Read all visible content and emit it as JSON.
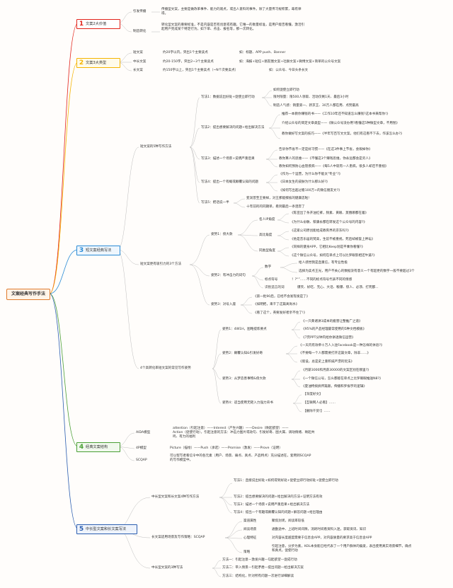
{
  "root": "文案经典写作手法",
  "s1": {
    "num": "1",
    "label": "文案2大价值",
    "items": [
      {
        "k": "引发传播",
        "v": "传播型文案，主要是做改革事件、能力的观点，或出人意料的事件。除了大量传习规积累，毒有律得。"
      },
      {
        "k": "制造转化",
        "v": "转化型文案的重要标准，不是内容是否有创意或有趣，它唯一的衡量标准，是用户能否看懂，激活引起用户完成某个特定行为，如下单、点击、报名等，那一次转化。"
      }
    ]
  },
  "s2": {
    "num": "2",
    "label": "文案3大类型",
    "items": [
      {
        "k": "短文案",
        "v": "约20字以内，突出1个主要卖点",
        "ex": "如：标题、APP push、Banner"
      },
      {
        "k": "中长文案",
        "v": "约20-150字，突出2~3个主要卖点",
        "ex": "如：海报+短信+朋友圈文案+社群文案+微博文案+简单的公众号文案"
      },
      {
        "k": "长文案",
        "v": "约150字以上，突出1个主要卖点（~N个次要卖点）",
        "ex": "如：公众号、今日头条长文"
      }
    ]
  },
  "s3": {
    "num": "3",
    "label": "短文案经典写法",
    "a": {
      "label": "短文案的5种写作方法",
      "w1": {
        "label": "写法1：数据说出好处+促使立即行动",
        "items": [
          "如何促使立即行动",
          "限时限量：限500人领取、活动仅剩1天、最后3小时",
          "制造人气感：销量第一、新京王、30万人都在用、点赞最高"
        ]
      },
      "w2": {
        "label": "写法2：提出想要解决的问题+给出解决方法",
        "items": [
          "推荐一本教你赚钱的书——《工作10年还不知道怎么赚钱?这本书来帮你!》",
          "介绍公众号的简定文章类型——《微公众号没办用?看懂这5种微型文章，不用愁》",
          "教你做好写文案的技巧——《半年写百写文文案，他们有这看不下去，作该怎么办?》"
        ]
      },
      "w3": {
        "label": "写法3：描述一个场景+说明严重后果",
        "items": [
          "告诉你节省不一定是好习惯——《在这3件事上节省，会毁掉你》",
          "教你算人的思维——《不懂这3个赚钱思维，你永远都会是穷人》",
          "教你如何预防心血管疾病——《每5人中就有一人患病，很多人却还不重视》"
        ]
      },
      "w4": {
        "label": "写法4：提出一个有概或颠覆认知的问题",
        "items": [
          "《作为一个运营，为什么你不能太\"专业\"?》",
          "《日本女生的皮肤为什么那么好?》",
          "《如何写出超过看100万+的微信朋友文?》"
        ]
      },
      "w5": {
        "label": "写法5：把话说一半",
        "items": [
          "变润普至王要样，对王那能擦核的健康态啦!",
          "十年前的的同期单，看到最后一条泪奔了"
        ]
      }
    },
    "b": {
      "label": "短文案更有吸引力的3个方法",
      "m1": {
        "label": "姿势1：傍大款",
        "c1": {
          "label": "名人IP角度",
          "items": [
            "《陈宣出了条开油红裤，频素、黄眼、莫俄哪都在着》",
            "《为什么俞敏、蔡康永都在转发这个公众号的内容?》"
          ]
        },
        "c2": {
          "label": "高比角度",
          "items": [
            "《这家公司原创能给成教育界的京东吗?》",
            "《他是音乐届的梵高，生前不被重视，死后却被誉上神坛》"
          ]
        },
        "c3": {
          "label": "同类型角度",
          "items": [
            "《同样的健身APP，它相比Keep划是平乘你看懂?》",
            "《这个微信公众号，如何在单点上可以比罗眼影相还牛逼?》"
          ]
        }
      },
      "m2": {
        "label": "姿势2：有冲击力的词句",
        "c1": {
          "label": "数字",
          "items": [
            "给人感觉我是直重信，有专业性极",
            "选择为卖点王光，用户不关心的数据没有意义一个有超更的数字一般不要超过3个"
          ]
        },
        "c2": {
          "label": "标点符号",
          "items": [
            "！?“”……不同的标点符号代表不同的情感"
          ]
        },
        "c3": {
          "label": "识别造言的词",
          "items": [
            "爆笑、好吃、无心、大话、粮爆、惊人、必须、打死都..."
          ]
        }
      },
      "m3": {
        "label": "姿势3：对号入座",
        "items": [
          "《第一批90后，已经不会发现发是了》",
          "《如明把，来干了这篇离尚水》",
          "《看了这个，英要发好者亲不住了!》"
        ]
      }
    },
    "c": {
      "label": "4个高转化率短文案的常见写作姿势",
      "p1": {
        "label": "姿势1：4W1H，图略提炼要点",
        "items": [
          "《一只黄诸讲3成本的搬害让整推广之道》",
          "《95%的产品经理最常使用的5种文档模板》",
          "《7页PPT分钟内给你讲透微信运营》"
        ]
      },
      "p2": {
        "label": "姿势2：颠覆认知&引发好奇",
        "items": [
          "《一天内有效牵十万人入驻Facebook是一种怎样的体验?》",
          "《不要每一个人都需要打开这篇文章，除非……》",
          "《假设，总是史上重积威严漂的玩法》"
        ]
      },
      "p3": {
        "label": "姿势3：从梦造善事物&傍大款",
        "items": [
          "《月薪3000和月薪30000的文案区别在哪里?》",
          "《一个微信公号，怎么都能在单点上比罗眼眼推送N8?》",
          "《夏油特搞搞传篇跟，俾播和罗振宇的逻辑》"
        ]
      },
      "p4": {
        "label": "姿势4：适当使用无矩入力强力背书",
        "items": [
          "【深度好文】",
          "【互联网人必看】……",
          "【删除干货!】……"
        ]
      }
    }
  },
  "s4": {
    "num": "4",
    "label": "经典文案结构",
    "aida": {
      "k": "AIDA模型",
      "v1": "attention（引起注意）——Interest（产生兴趣）——Desire（唤起欲望）——",
      "v2": "Action（促使行动），引起注意的方法：冲击力图片或动句、引发好奇、图大属、调动情绪、唤起共鸣、有力的福利"
    },
    "fourp": {
      "k": "4P模型",
      "v": "Picture（描绘）——Push（承诺）——Promise（激发）——Prove（证明）"
    },
    "scqap": {
      "k": "SCQAP",
      "v": "可以帮写者看信令中的各元素（用户、场景、痛点、真点、产品特点）充分描述在，套用到SCQAP的写作模型中。"
    }
  },
  "s5": {
    "num": "5",
    "label": "中长型文案和长文案写法",
    "a": {
      "label": "中长型文案和长文案4种写作方法",
      "items": [
        "写法1：直接说出好处+如何得到好处+促使立即行动好处+促使立即行动",
        "写法2：提出想要解决的问题+给出解决的方法+证明方法有效",
        "写法3：描述一个场景+说明严重后果+给出解决方法",
        "写法4：提出一个有趣或颠覆认知的问题+解答问题+给出理由"
      ]
    },
    "b": {
      "label": "长文案适用场景及写作策略：SCQAP",
      "rows": [
        {
          "k": "渠道属性",
          "v": "聚焦封闭，阅读率较低"
        },
        {
          "k": "阅读场景",
          "v": "通勤途中、上班时间间隙，消耗时间看资料入迷，获取资讯、知识"
        },
        {
          "k": "心理特征",
          "v": "对内容长度越度需要于信息含APP，对内容质量的要求高于信息含APP"
        },
        {
          "k": "策略",
          "v": "引起注意，分步为素，KOL本身能已经代表了一个用户群体的偏爱，表出使用真实场景细节，确点和真点，促使行动"
        }
      ]
    },
    "c": {
      "label": "中长型文案的3种写法",
      "items": [
        "方法一：引起注意—激发兴趣—勾起欲望—促成行动",
        "方法二：带入情景—引起矛盾—提出问题—给出解决方案",
        "方法三：结构化，针对所有问题一次进行详细解读"
      ]
    }
  },
  "colors": {
    "s1": "#e2231a",
    "s2": "#f5b400",
    "s3": "#2a8bd6",
    "s4": "#4a9f35",
    "s5": "#2a5db0",
    "root": "#e07a2c",
    "line": "#c9c9c9"
  }
}
